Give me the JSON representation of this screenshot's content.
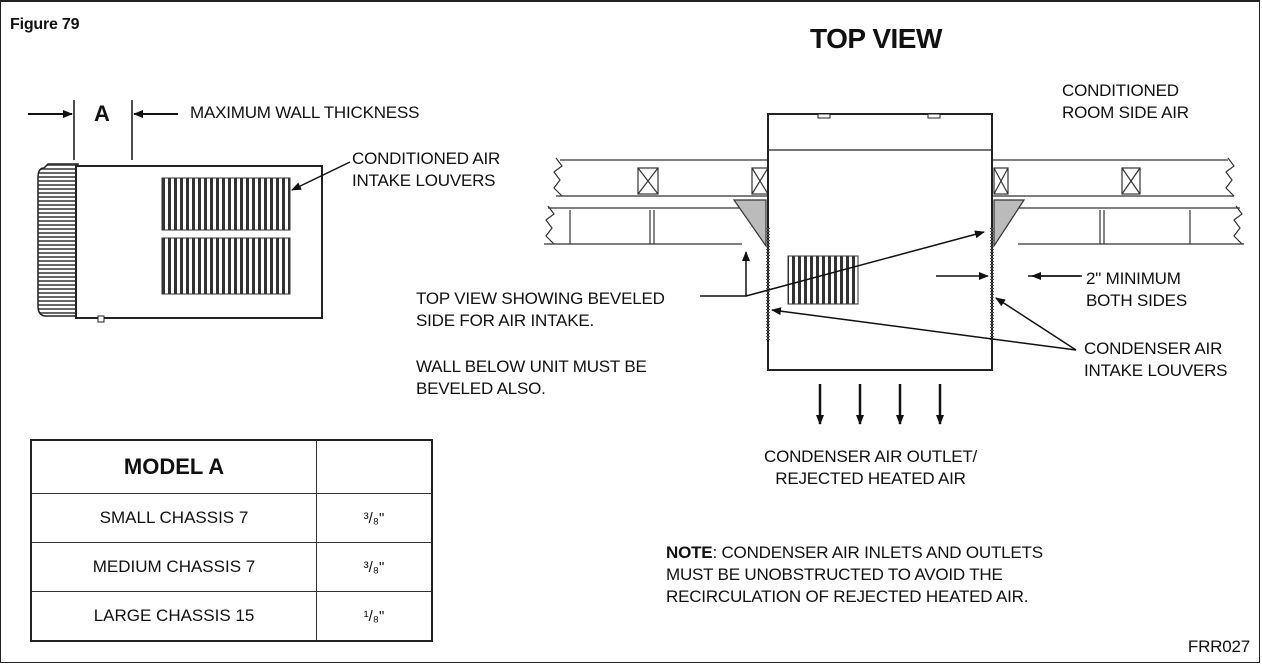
{
  "figure_label": "Figure 79",
  "view_title": "TOP VIEW",
  "dimension_letter": "A",
  "labels": {
    "max_wall": "MAXIMUM WALL THICKNESS",
    "cond_air_intake": "CONDITIONED AIR\nINTAKE LOUVERS",
    "cond_room_side": "CONDITIONED\nROOM SIDE AIR",
    "beveled_side": "TOP VIEW SHOWING BEVELED\nSIDE FOR AIR INTAKE.",
    "wall_below": "WALL BELOW UNIT MUST BE\nBEVELED ALSO.",
    "min_clearance": "2\" MINIMUM\nBOTH SIDES",
    "condenser_intake": "CONDENSER AIR\nINTAKE LOUVERS",
    "condenser_outlet": "CONDENSER AIR OUTLET/\nREJECTED HEATED AIR"
  },
  "note": {
    "prefix": "NOTE",
    "text": ": CONDENSER AIR INLETS AND OUTLETS\nMUST BE UNOBSTRUCTED TO AVOID THE\nRECIRCULATION OF REJECTED HEATED AIR."
  },
  "table": {
    "header": "MODEL A",
    "header_value": "",
    "rows": [
      {
        "name": "SMALL CHASSIS 7",
        "value": "³/₈\""
      },
      {
        "name": "MEDIUM CHASSIS 7",
        "value": "³/₈\""
      },
      {
        "name": "LARGE CHASSIS 15",
        "value": "¹/₈\""
      }
    ]
  },
  "drawing_code": "FRR027"
}
